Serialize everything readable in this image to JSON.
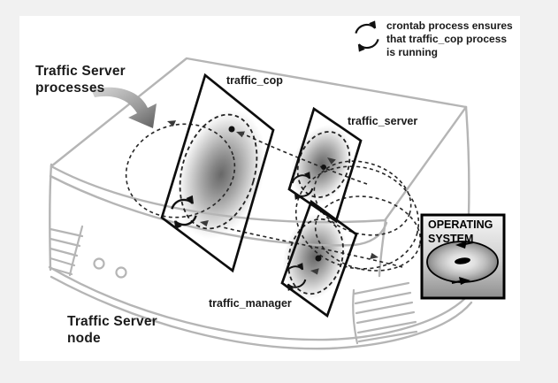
{
  "figure": {
    "title": "Traffic Server processes diagram",
    "background_color": "#f1f1f1",
    "canvas_color": "#ffffff"
  },
  "labels": {
    "processes_callout": "Traffic Server\nprocesses",
    "node_caption": "Traffic Server\nnode"
  },
  "legend": {
    "icon": "cycle-arrow-icon",
    "text": "crontab process ensures\nthat traffic_cop process\nis running"
  },
  "planes": [
    {
      "id": "traffic_cop",
      "label": "traffic_cop"
    },
    {
      "id": "traffic_server",
      "label": "traffic_server"
    },
    {
      "id": "traffic_manager",
      "label": "traffic_manager"
    }
  ],
  "operating_system": {
    "label": "OPERATING\nSYSTEM"
  },
  "colors": {
    "chassis_gray": "#b5b5b5",
    "plane_black": "#0d0d0d",
    "dash_black": "#262626",
    "blob_dark": "#6a6a6a",
    "os_box_border": "#000000"
  }
}
